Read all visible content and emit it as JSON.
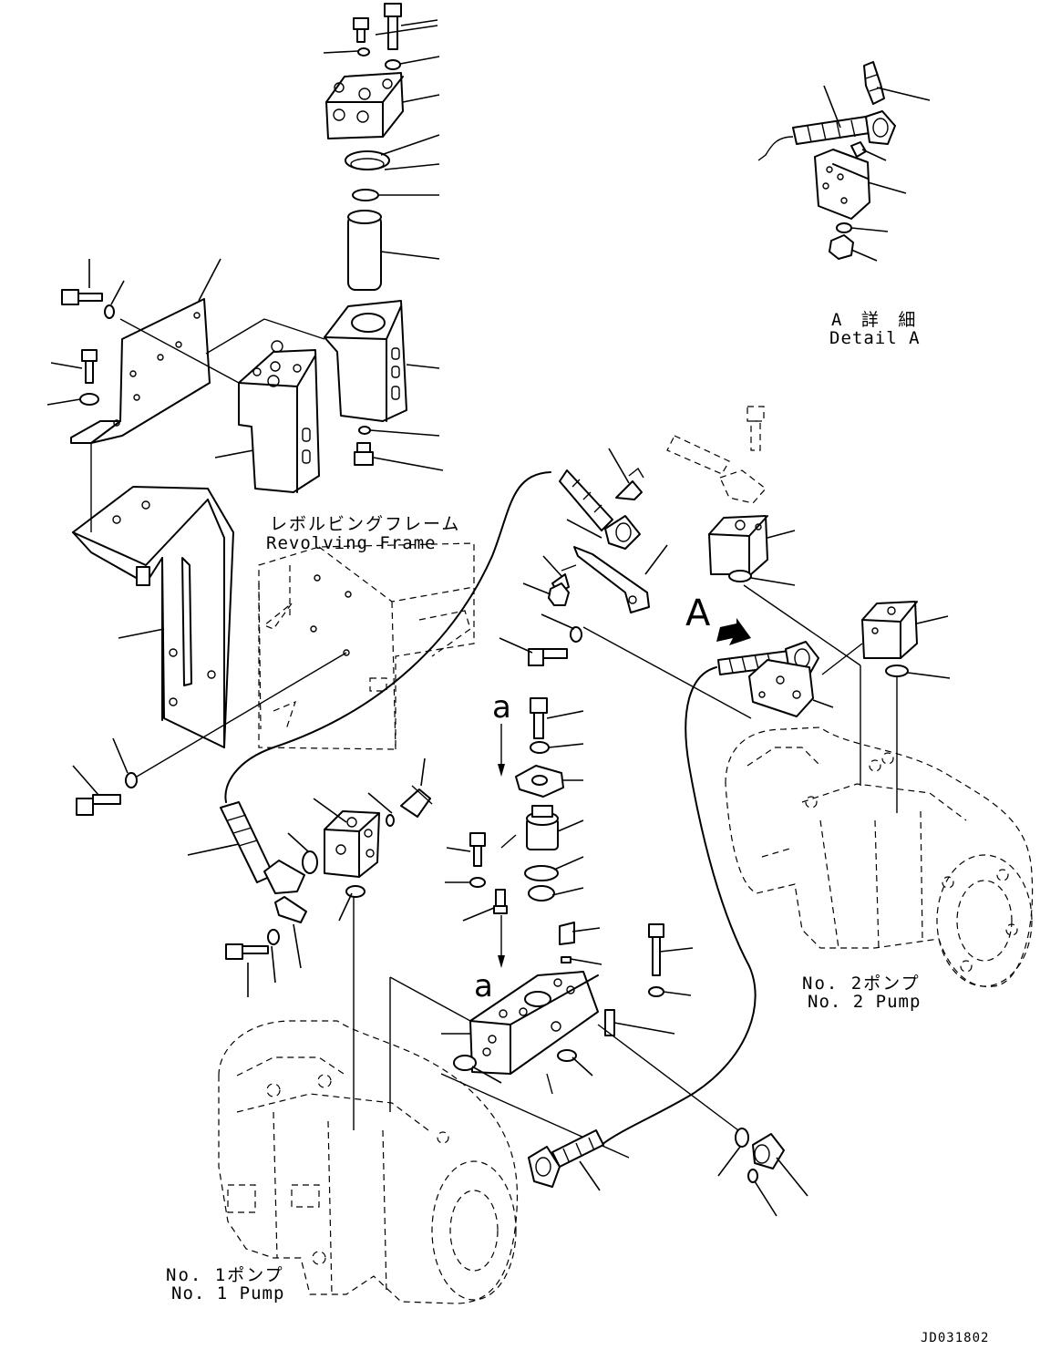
{
  "labels": {
    "detail_a_jp": "A 詳 細",
    "detail_a_en": "Detail A",
    "revolving_frame_jp": "レボルビングフレーム",
    "revolving_frame_en": "Revolving Frame",
    "no2_pump_jp": "No. 2ポンプ",
    "no2_pump_en": "No. 2 Pump",
    "no1_pump_jp": "No. 1ポンプ",
    "no1_pump_en": "No. 1 Pump",
    "view_marker_a": "A",
    "section_marker_a_top": "a",
    "section_marker_a_bottom": "a",
    "drawing_code": "JD031802"
  }
}
